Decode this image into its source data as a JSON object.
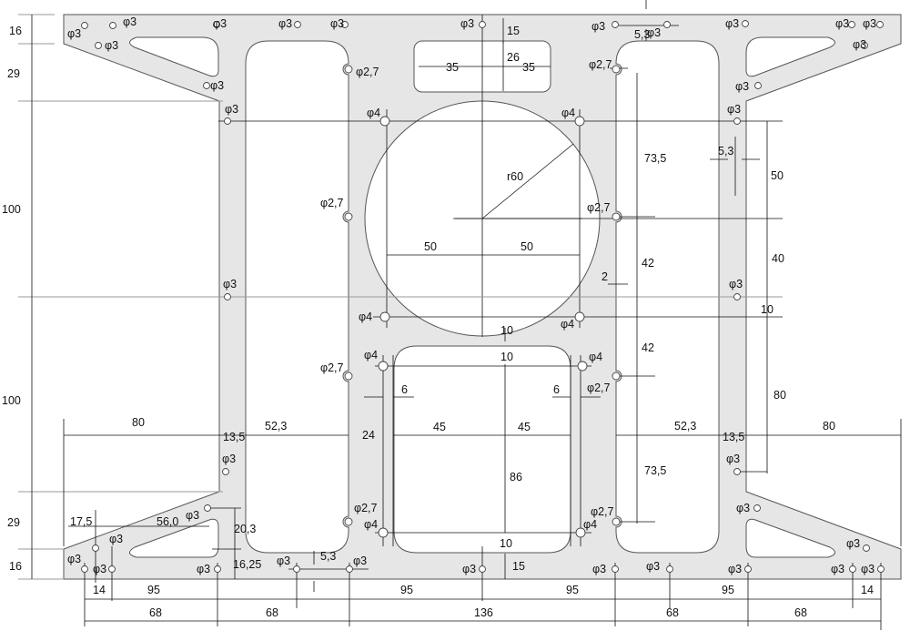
{
  "hole_labels": {
    "phi3": "φ3",
    "phi4": "φ4",
    "phi27": "φ2,7"
  },
  "dimension_labels": [
    "16",
    "29",
    "100",
    "100",
    "29",
    "16",
    "15",
    "26",
    "35",
    "35",
    "r60",
    "50",
    "50",
    "73,5",
    "42",
    "2",
    "42",
    "73,5",
    "5,3",
    "5,3",
    "50",
    "40",
    "10",
    "80",
    "80",
    "13,5",
    "52,3",
    "10",
    "10",
    "6",
    "6",
    "24",
    "45",
    "45",
    "86",
    "10",
    "15",
    "80",
    "13,5",
    "52,3",
    "17,5",
    "56,0",
    "20,3",
    "16,25",
    "5,3",
    "14",
    "95",
    "95",
    "95",
    "95",
    "14",
    "68",
    "68",
    "136",
    "68",
    "68"
  ],
  "colors": {
    "plate": "#e6e6e6",
    "outline": "#555555",
    "dimension": "#111111"
  }
}
